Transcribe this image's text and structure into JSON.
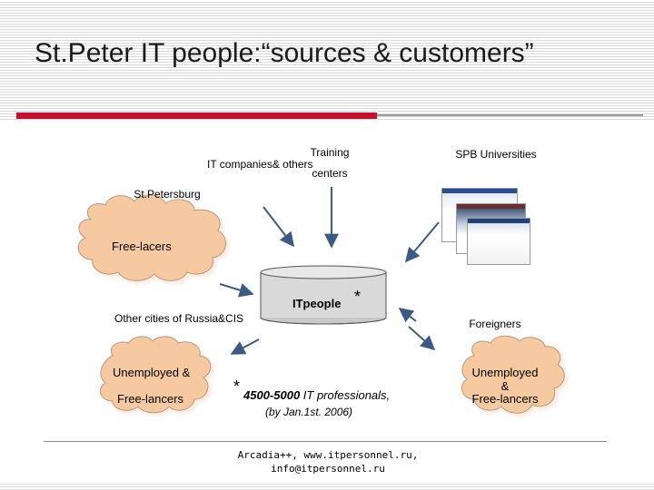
{
  "slide": {
    "title": "St.Peter IT people:“sources & customers”"
  },
  "diagram": {
    "center_label": "ITpeople",
    "center_asterisk": "*",
    "sources": {
      "it_companies": "IT companies& others",
      "training": "Training",
      "centers": "centers",
      "spb_universities": "SPB Universities",
      "st_petersburg": "St.Petersburg",
      "free_lancers_top": "Free-lacers",
      "other_cities": "Other cities of Russia&CIS",
      "foreigners": "Foreigners",
      "unemployed_left_1": "Unemployed  &",
      "unemployed_left_2": "Free-lancers",
      "unemployed_right_1": "Unemployed",
      "unemployed_right_2": "&",
      "unemployed_right_3": "Free-lancers"
    },
    "note": {
      "asterisk": "*",
      "line1": "4500-5000",
      "line1_rest": " IT professionals,",
      "line2": "(by Jan.1st. 2006)"
    }
  },
  "footer": {
    "line1": "Arcadia++, www.itpersonnel.ru,",
    "line2": "info@itpersonnel.ru"
  },
  "colors": {
    "accent_red": "#c8102e",
    "arrow_blue": "#3d5a84",
    "cloud_fill": "#f6c9a0",
    "cylinder_fill": "#d9d9d9"
  }
}
